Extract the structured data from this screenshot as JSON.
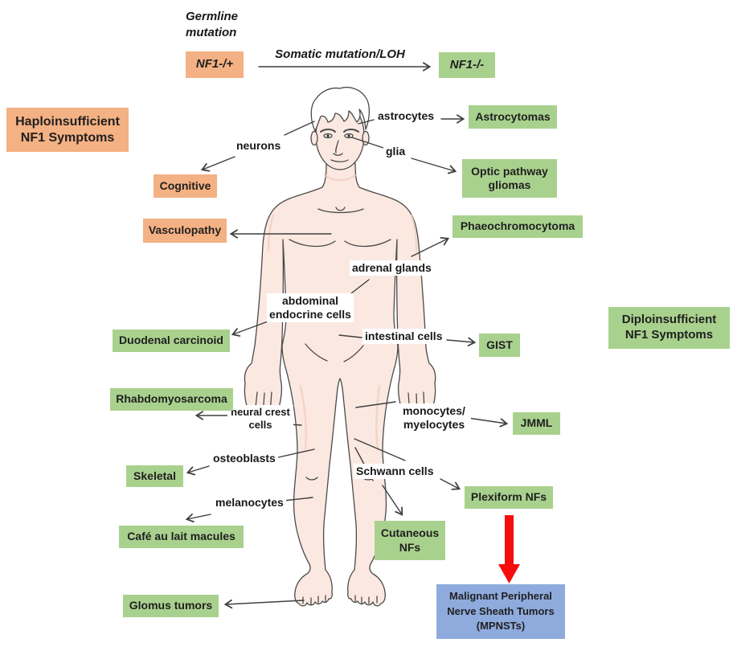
{
  "colors": {
    "haploinsufficient_box": "#F4B183",
    "diploinsufficient_box": "#A9D18E",
    "malignant_box": "#8FAADC",
    "red_arrow": "#F50D0D",
    "connector_line": "#3f3f3f",
    "skin": "#FBE9E1"
  },
  "flow": {
    "germline_label": "Germline\nmutation",
    "nf1_het": "NF1-/+",
    "somatic_label": "Somatic mutation/LOH",
    "nf1_hom": "NF1-/-"
  },
  "headers": {
    "haploinsufficient": "Haploinsufficient\nNF1 Symptoms",
    "diploinsufficient": "Diploinsufficient\nNF1 Symptoms"
  },
  "cells": {
    "astrocytes": "astrocytes",
    "neurons": "neurons",
    "glia": "glia",
    "adrenal": "adrenal glands",
    "abdominal": "abdominal\nendocrine cells",
    "intestinal": "intestinal cells",
    "neural_crest": "neural crest\ncells",
    "monocytes": "monocytes/\nmyelocytes",
    "osteoblasts": "osteoblasts",
    "melanocytes": "melanocytes",
    "schwann": "Schwann cells"
  },
  "haplo_outcomes": {
    "cognitive": "Cognitive",
    "vasculopathy": "Vasculopathy"
  },
  "diplo_outcomes": {
    "astrocytomas": "Astrocytomas",
    "optic": "Optic pathway\ngliomas",
    "phaeochromocytoma": "Phaeochromocytoma",
    "duodenal": "Duodenal carcinoid",
    "gist": "GIST",
    "rhabdomyosarcoma": "Rhabdomyosarcoma",
    "jmml": "JMML",
    "skeletal": "Skeletal",
    "plexiform": "Plexiform NFs",
    "cafe_au_lait": "Café au lait macules",
    "cutaneous": "Cutaneous\nNFs",
    "glomus": "Glomus tumors"
  },
  "malignant": {
    "mpnst": "Malignant Peripheral\nNerve Sheath Tumors\n(MPNSTs)"
  }
}
